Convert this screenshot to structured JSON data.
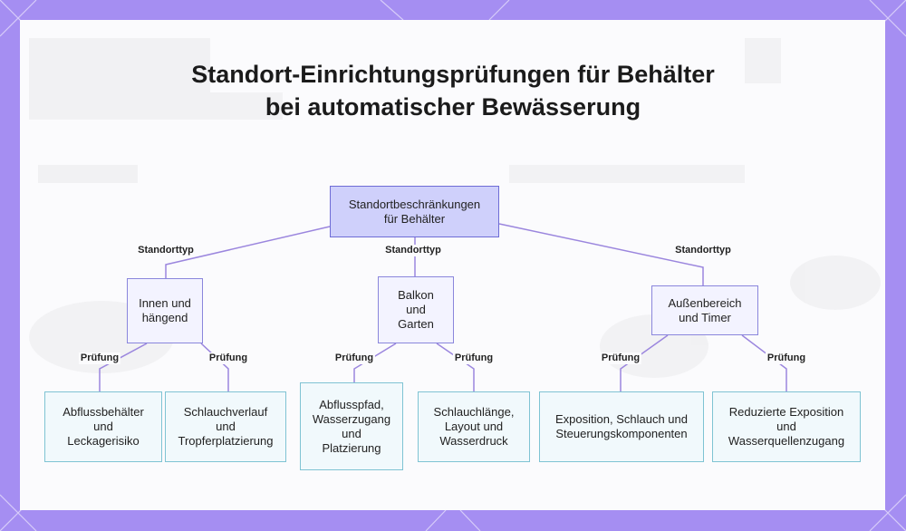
{
  "title": "Standort-Einrichtungsprüfungen für Behälter bei automatischer Bewässerung",
  "nodes": {
    "root": "Standortbeschränkungen\nfür Behälter",
    "indoor": "Innen und\nhängend",
    "balcony": "Balkon\nund\nGarten",
    "outdoor": "Außenbereich\nund Timer",
    "drain": "Abflussbehälter\nund\nLeckagerisiko",
    "hose": "Schlauchverlauf\nund\nTropferplatzierung",
    "path": "Abflusspfad,\nWasserzugang\nund\nPlatzierung",
    "length": "Schlauchlänge,\nLayout und\nWasserdruck",
    "exposure": "Exposition, Schlauch und\nSteuerungskomponenten",
    "reduced": "Reduzierte Exposition\nund\nWasserquellenzugang"
  },
  "edge_labels": {
    "location_type": "Standorttyp",
    "check": "Prüfung"
  },
  "colors": {
    "frame": "#a58ef2",
    "root_fill": "#cfd0fb",
    "mid_fill": "#f3f3ff",
    "leaf_fill": "#f1f9fc",
    "leaf_border": "#7fc3d3",
    "edge": "#9b86de"
  }
}
